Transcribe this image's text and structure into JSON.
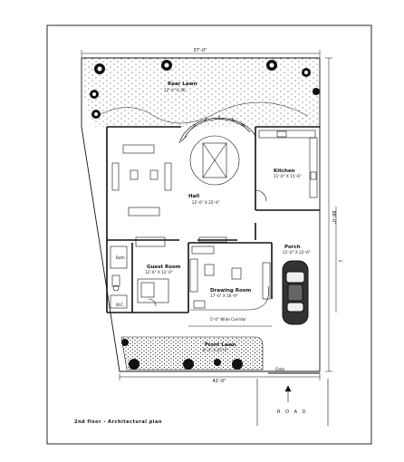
{
  "drawing": {
    "top_dimension": "37'-0\"",
    "bottom_dimension": "42'-0\"",
    "right_dimension_main": "88'-0\"",
    "right_dimension_minor": "2",
    "caption": "2nd floor - Architectural plan",
    "road_label": "R O A D",
    "gate_label": "Gate"
  },
  "rooms": {
    "rear_lawn": {
      "name": "Rear Lawn",
      "size": "12'-0\" X 36'"
    },
    "hall": {
      "name": "Hall",
      "size": "22'-6\" X 25'-4\""
    },
    "kitchen": {
      "name": "Kitchen",
      "size": "11'-0\" X 15'-6\""
    },
    "guest_room": {
      "name": "Guest Room",
      "size": "12'-6\" X 12'-0\""
    },
    "drawing_room": {
      "name": "Drawing Room",
      "size": "17'-0\" X 16'-9\""
    },
    "porch": {
      "name": "Porch",
      "size": "11'-0\" X 22'-6\""
    },
    "wide_corridor": {
      "name": "5'-0\" Wide Corridor"
    },
    "front_lawn": {
      "name": "Front Lawn",
      "size": "6'-3\" X 25'-0\""
    },
    "bath": {
      "name": "Bath"
    },
    "wc": {
      "name": "W.C."
    }
  },
  "colors": {
    "line": "#111111",
    "paper": "#ffffff"
  }
}
